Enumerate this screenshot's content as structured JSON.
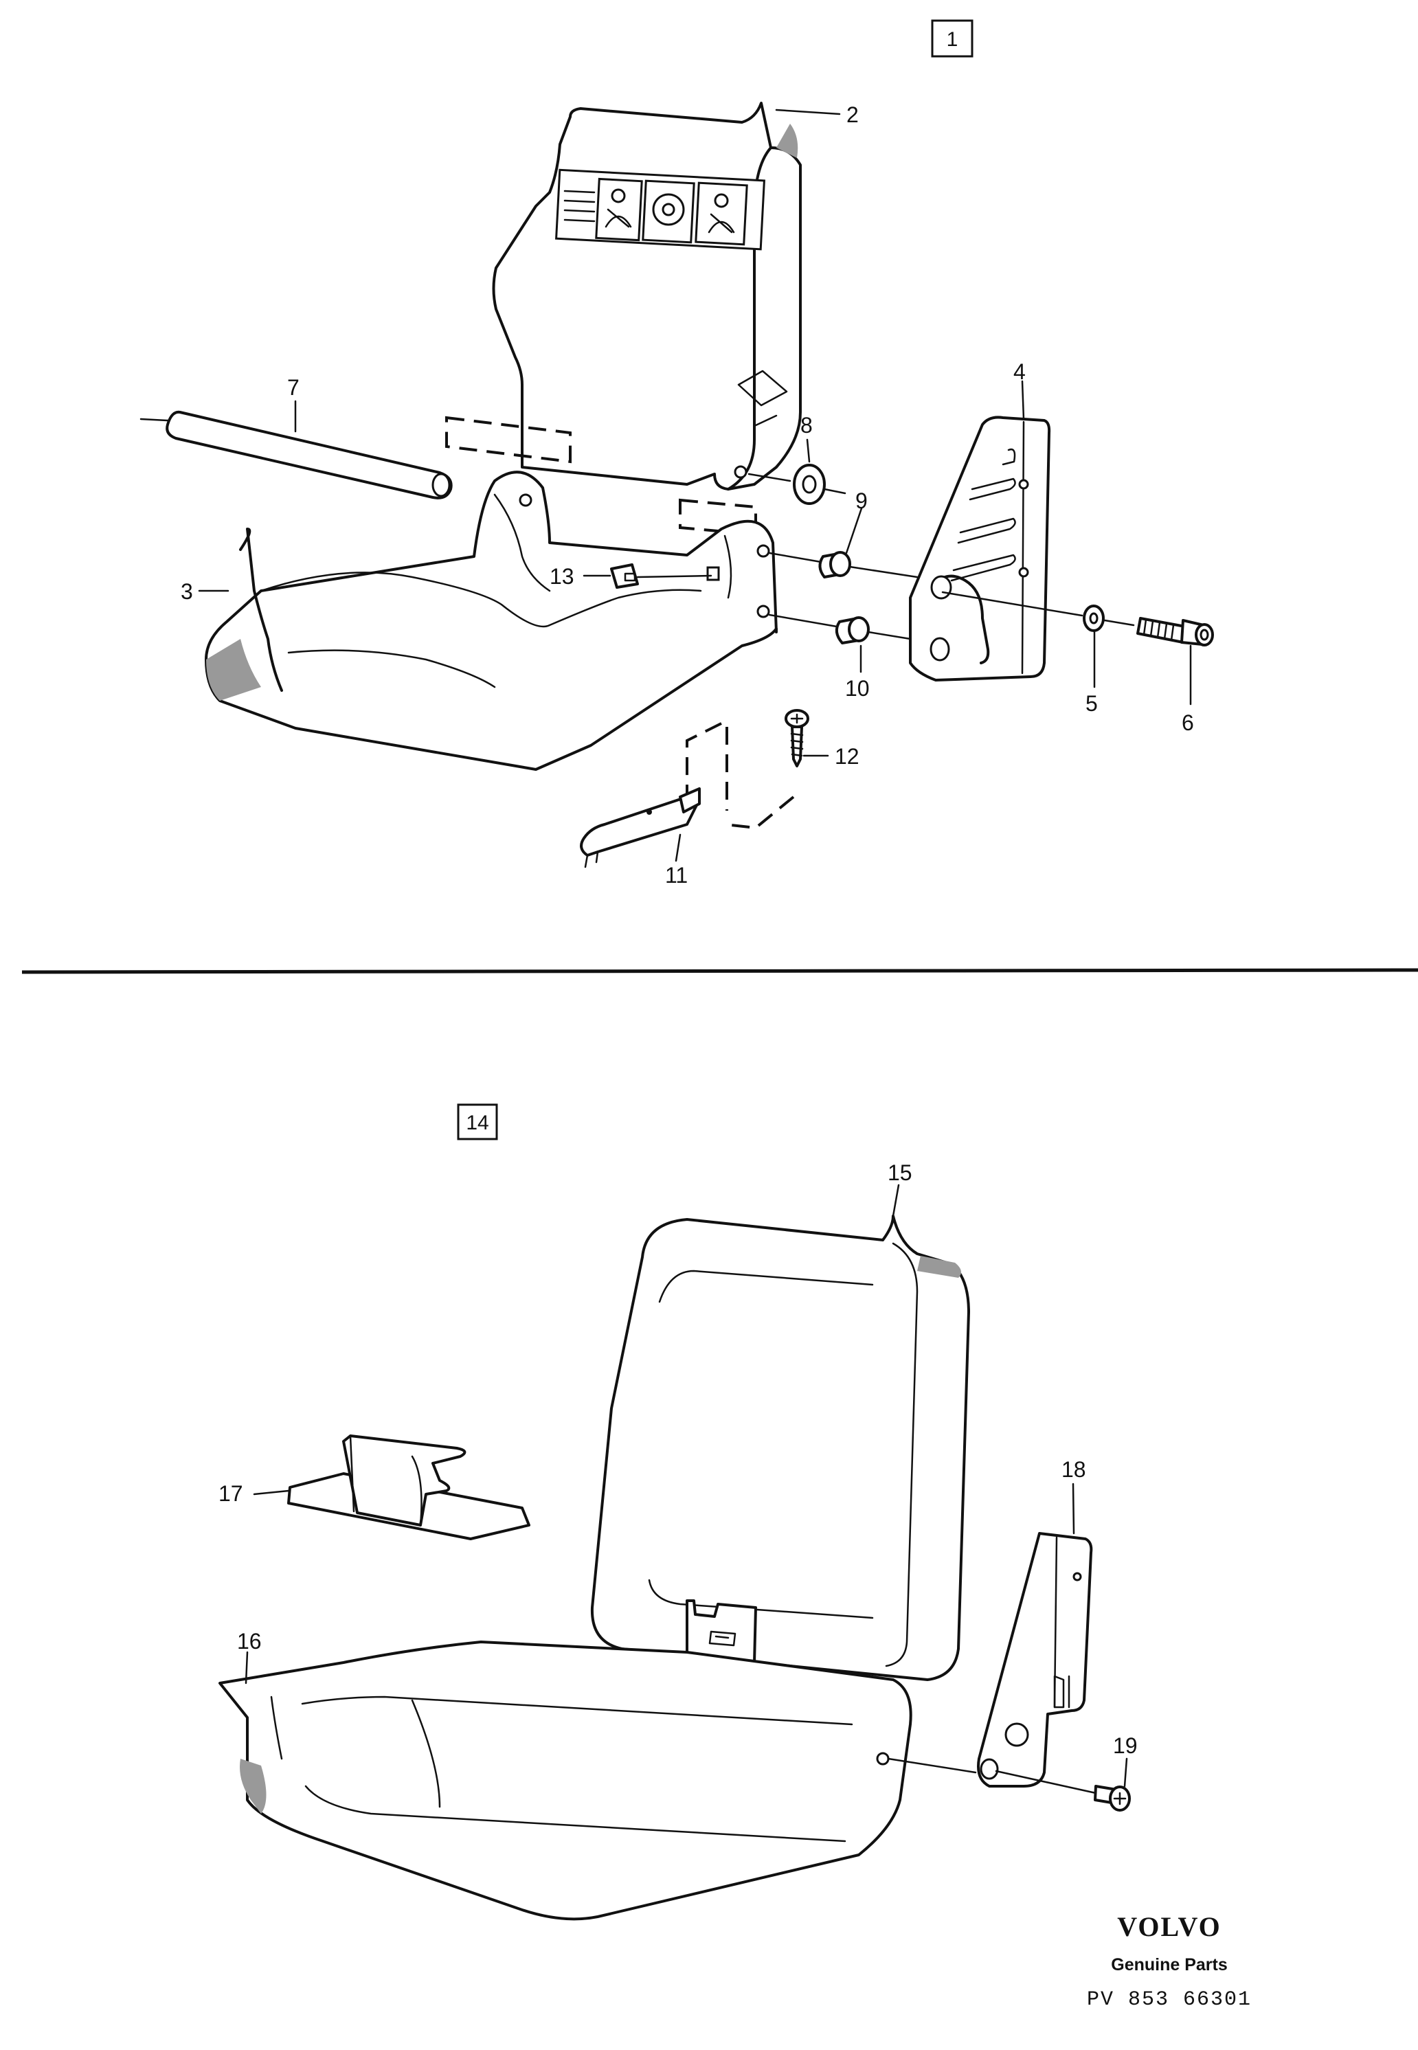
{
  "groups": [
    {
      "label": "1"
    },
    {
      "label": "14"
    }
  ],
  "parts": [
    "2",
    "3",
    "4",
    "5",
    "6",
    "7",
    "8",
    "9",
    "10",
    "11",
    "12",
    "13",
    "15",
    "16",
    "17",
    "18",
    "19"
  ],
  "footer": {
    "brand": "VOLVO",
    "subtitle": "Genuine Parts",
    "code": "PV 853 66301"
  }
}
